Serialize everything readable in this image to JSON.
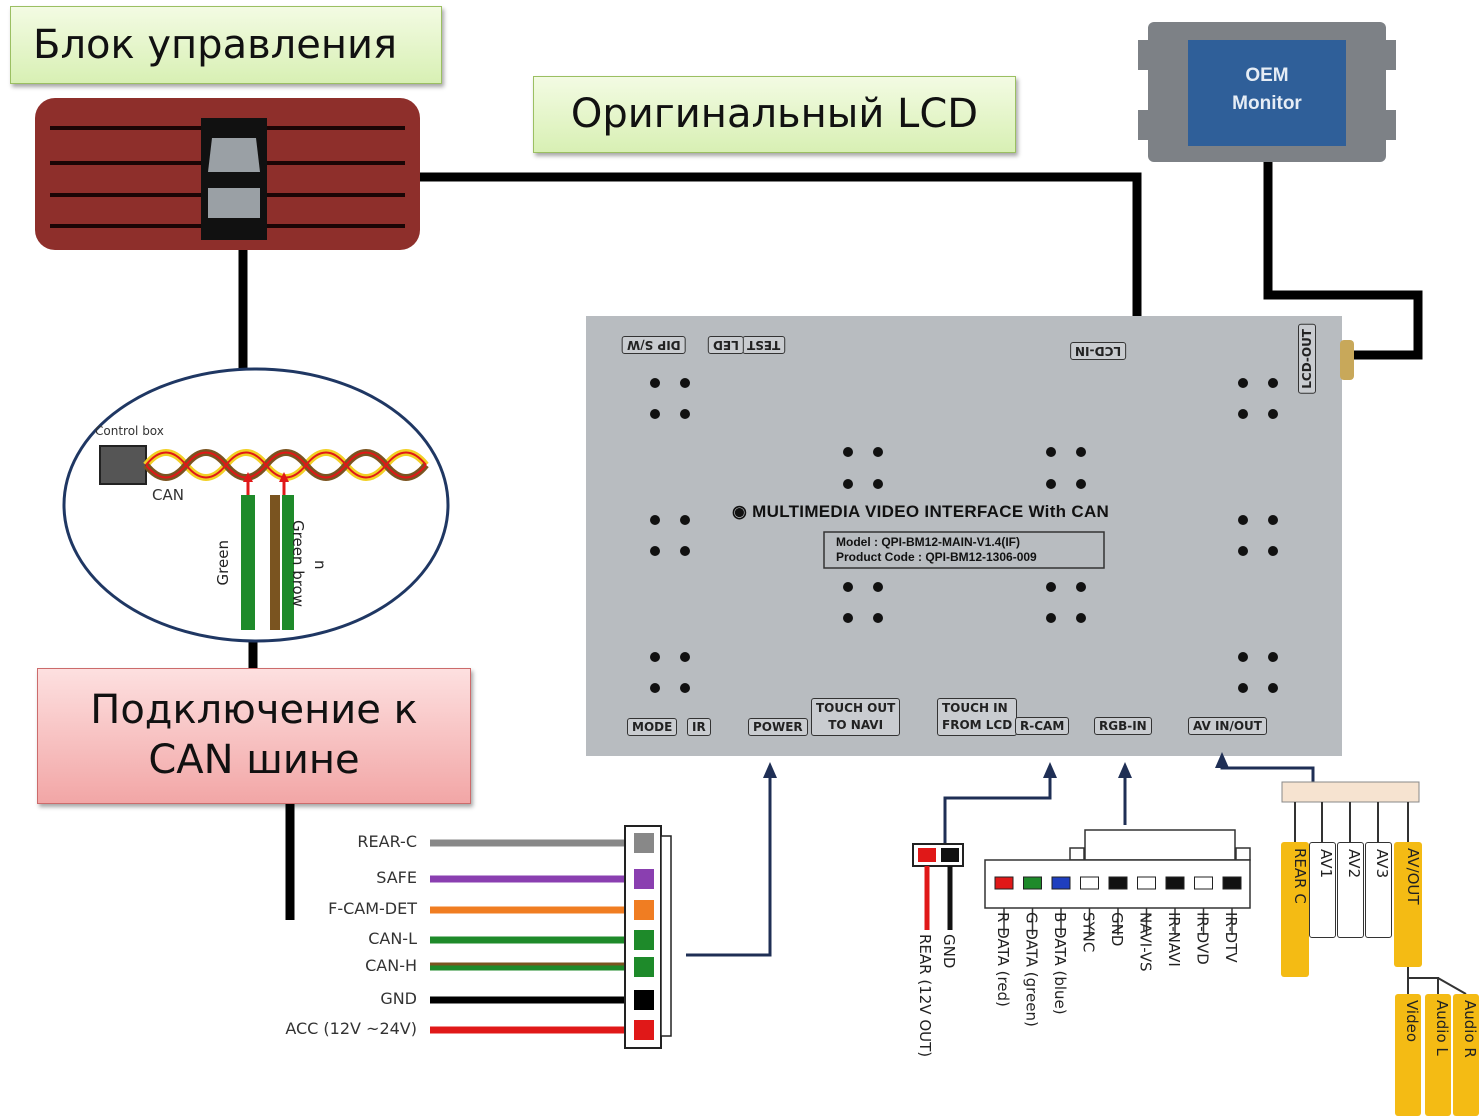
{
  "callouts": {
    "control_unit": "Блок управления",
    "original_lcd": "Оригинальный LCD",
    "can_connection_line1": "Подключение к",
    "can_connection_line2": "CAN шине"
  },
  "monitor": {
    "line1": "OEM",
    "line2": "Monitor"
  },
  "detail": {
    "control_box": "Control box",
    "can": "CAN",
    "green": "Green",
    "green_brown": "Green brow",
    "brown_suffix": "n"
  },
  "device": {
    "title": "◉ MULTIMEDIA VIDEO INTERFACE With CAN",
    "model": "Model : QPI-BM12-MAIN-V1.4(IF)",
    "product_code": "Product Code : QPI-BM12-1306-009",
    "top_ports": [
      "DIP S/W",
      "TEST",
      "LED",
      "LCD-IN"
    ],
    "side_port": "LCD-OUT",
    "bottom_ports": {
      "mode": "MODE",
      "ir": "IR",
      "power": "POWER",
      "touch_out_1": "TOUCH OUT",
      "touch_out_2": "TO NAVI",
      "touch_in_1": "TOUCH IN",
      "touch_in_2": "FROM LCD",
      "rcam": "R-CAM",
      "rgb_in": "RGB-IN",
      "av_inout": "AV IN/OUT"
    }
  },
  "power_wires": [
    {
      "label": "REAR-C",
      "color": "#888888"
    },
    {
      "label": "SAFE",
      "color": "#8a3fb0"
    },
    {
      "label": "F-CAM-DET",
      "color": "#f07d22"
    },
    {
      "label": "CAN-L",
      "color": "#1e8a2a"
    },
    {
      "label": "CAN-H",
      "color": "#1e8a2a"
    },
    {
      "label": "GND",
      "color": "#000000"
    },
    {
      "label": "ACC (12V ~24V)",
      "color": "#e01818"
    }
  ],
  "rcam_pins": [
    "REAR (12V OUT)",
    "GND"
  ],
  "rgb_pins": [
    "R DATA (red)",
    "G DATA (green)",
    "B DATA (blue)",
    "SYNC",
    "GND",
    "NAVI-VS",
    "IR-NAVI",
    "IR-DVD",
    "IR-DTV"
  ],
  "av_pins": [
    "REAR C",
    "AV1",
    "AV2",
    "AV3",
    "AV/OUT"
  ],
  "av_out_pins": [
    "Video",
    "Audio L",
    "Audio R"
  ],
  "colors": {
    "device": "#b8bcc0",
    "control_unit": "#8e2f2b",
    "monitor_frame": "#7d8186",
    "monitor_screen": "#2f5f99",
    "wire": "#000000",
    "arrow": "#1f2f55",
    "yellow": "#f4bb14"
  }
}
